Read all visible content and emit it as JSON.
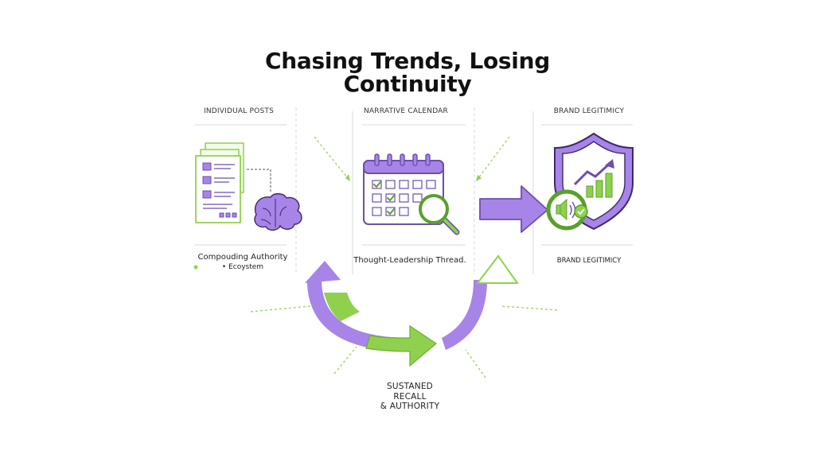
{
  "title": "Chasing Trends, Losing Continuity",
  "columns": [
    {
      "label": "INDIVIDUAL POSTS",
      "caption": "Compouding Authority",
      "caption2": "• Ecoystem"
    },
    {
      "label": "NARRATIVE CALENDAR",
      "caption": "Thought-Leadership Thread."
    },
    {
      "label": "BRAND LEGITIMICY",
      "caption": "BRAND LEGITIMICY"
    }
  ],
  "bottom_label": [
    "SUSTANED",
    "RECALL",
    "& AUTHORITY"
  ],
  "colors": {
    "purple": "#a784e8",
    "purple_dark": "#6a4fb0",
    "green": "#8fd14f",
    "green_dark": "#5aa02c",
    "divider": "#d8d8d8"
  },
  "icons": [
    "documents-icon",
    "brain-icon",
    "calendar-icon",
    "magnifier-icon",
    "right-arrow-icon",
    "shield-icon",
    "growth-chart-icon",
    "speaker-check-icon",
    "cycle-arrows-icon"
  ]
}
